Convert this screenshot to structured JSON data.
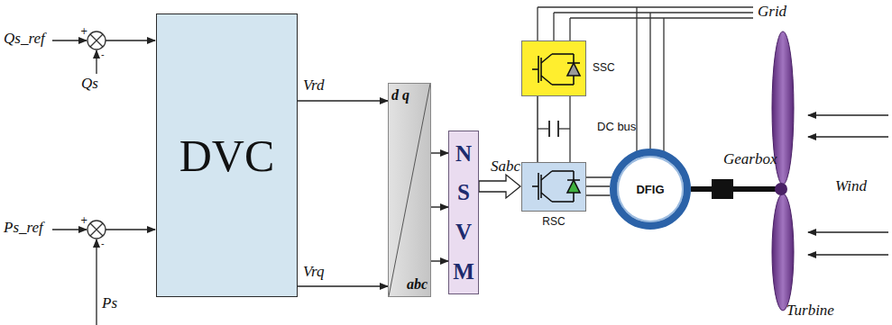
{
  "diagram": {
    "nodes": [
      {
        "text": [
          "DVC"
        ]
      },
      {
        "text": [
          "d q",
          "abc"
        ]
      },
      {
        "text": [
          "N S V M"
        ]
      },
      {
        "text": [
          "SSC"
        ]
      },
      {
        "text": [
          "RSC"
        ]
      },
      {
        "text": [
          "DFIG"
        ]
      }
    ],
    "edges": [
      {
        "from": 0,
        "to": 1,
        "arrow": "to",
        "label": "Vrd"
      },
      {
        "from": 0,
        "to": 1,
        "arrow": "to",
        "label": "Vrq"
      },
      {
        "from": 1,
        "to": 2,
        "arrow": "to"
      },
      {
        "from": 1,
        "to": 2,
        "arrow": "to"
      },
      {
        "from": 1,
        "to": 2,
        "arrow": "to"
      },
      {
        "from": 2,
        "to": 4,
        "arrow": "to",
        "label": "Sabc"
      },
      {
        "from": 4,
        "to": 5,
        "arrow": "none"
      },
      {
        "from": 4,
        "to": 5,
        "arrow": "none"
      },
      {
        "from": 4,
        "to": 5,
        "arrow": "none"
      },
      {
        "from": 3,
        "to": 4,
        "arrow": "none"
      }
    ],
    "labels": [
      "Qs_ref",
      "+",
      "-",
      "Qs",
      "Ps_ref",
      "+",
      "-",
      "Ps",
      "Grid",
      "DC bus",
      "Gearbox",
      "Wind",
      "Turbine"
    ]
  }
}
